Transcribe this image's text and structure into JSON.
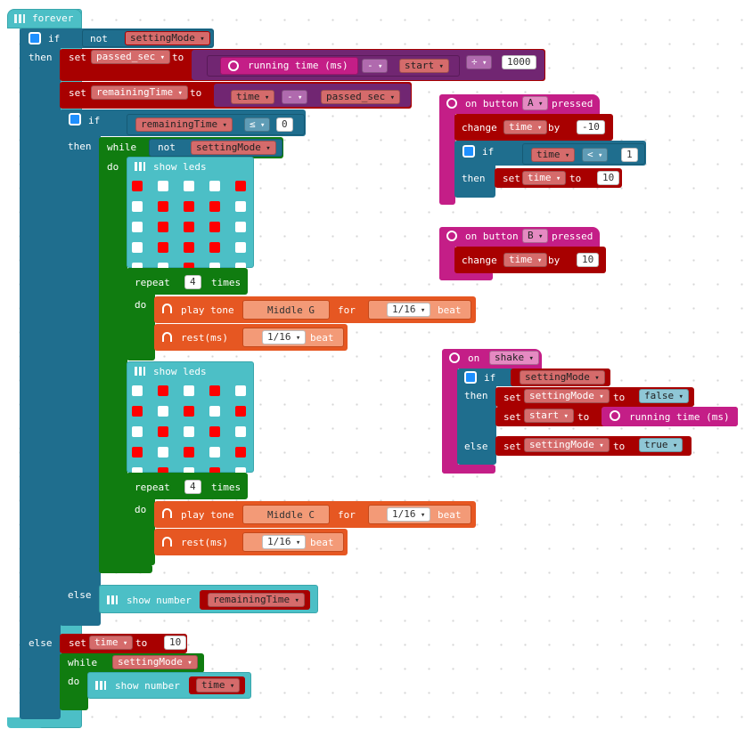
{
  "colors": {
    "basic": "#1e90ff",
    "logic": "#1f6e8e",
    "teal": "#4cbfc6",
    "variables": "#a80000",
    "math": "#712672",
    "loops": "#107c10",
    "music": "#e65722",
    "input": "#c41e87",
    "led_on": "#ff0000",
    "led_off": "#ffffff"
  },
  "forever": {
    "label": "forever",
    "if1_kw": "if",
    "if1_not": "not",
    "if1_var": "settingMode",
    "then_kw": "then",
    "else_kw": "else",
    "set1": {
      "set_kw": "set",
      "var": "passed_sec",
      "to_kw": "to",
      "running_time": "running time (ms)",
      "minus": "-",
      "start": "start",
      "div": "÷",
      "divisor": "1000"
    },
    "set2": {
      "set_kw": "set",
      "var": "remainingTime",
      "to_kw": "to",
      "time": "time",
      "minus": "-",
      "passed_sec": "passed_sec"
    },
    "if2": {
      "if_kw": "if",
      "var": "remainingTime",
      "op": "≤",
      "value": "0",
      "then_kw": "then",
      "else_kw": "else"
    },
    "while1": {
      "while_kw": "while",
      "not": "not",
      "var": "settingMode",
      "do_kw": "do"
    },
    "show_leds_1": {
      "label": "show leds",
      "leds": [
        [
          1,
          0,
          0,
          0,
          1
        ],
        [
          0,
          1,
          1,
          1,
          0
        ],
        [
          0,
          1,
          1,
          1,
          0
        ],
        [
          0,
          1,
          1,
          1,
          0
        ],
        [
          0,
          0,
          1,
          0,
          0
        ]
      ]
    },
    "repeat1": {
      "repeat_kw": "repeat",
      "times": "4",
      "times_kw": "times",
      "do_kw": "do",
      "play_tone": "play tone",
      "note": "Middle G",
      "for_kw": "for",
      "beat": "1/16",
      "beat_kw": "beat",
      "rest": "rest(ms)",
      "rest_beat": "1/16"
    },
    "show_leds_2": {
      "label": "show leds",
      "leds": [
        [
          0,
          1,
          0,
          1,
          0
        ],
        [
          1,
          0,
          1,
          0,
          1
        ],
        [
          0,
          1,
          0,
          1,
          0
        ],
        [
          1,
          0,
          1,
          0,
          1
        ],
        [
          0,
          1,
          0,
          1,
          0
        ]
      ]
    },
    "repeat2": {
      "repeat_kw": "repeat",
      "times": "4",
      "times_kw": "times",
      "do_kw": "do",
      "play_tone": "play tone",
      "note": "Middle C",
      "for_kw": "for",
      "beat": "1/16",
      "beat_kw": "beat",
      "rest": "rest(ms)",
      "rest_beat": "1/16"
    },
    "show_number_1": {
      "label": "show number",
      "var": "remainingTime"
    },
    "else_set": {
      "set_kw": "set",
      "var": "time",
      "to_kw": "to",
      "value": "10"
    },
    "while2": {
      "while_kw": "while",
      "var": "settingMode",
      "do_kw": "do"
    },
    "show_number_2": {
      "label": "show number",
      "var": "time"
    }
  },
  "button_a": {
    "on_kw": "on button",
    "button": "A",
    "pressed_kw": "pressed",
    "change_kw": "change",
    "var": "time",
    "by_kw": "by",
    "value": "-10",
    "if_kw": "if",
    "cmp_var": "time",
    "op": "<",
    "cmp_value": "1",
    "then_kw": "then",
    "set_kw": "set",
    "set_var": "time",
    "to_kw": "to",
    "set_value": "10"
  },
  "button_b": {
    "on_kw": "on button",
    "button": "B",
    "pressed_kw": "pressed",
    "change_kw": "change",
    "var": "time",
    "by_kw": "by",
    "value": "10"
  },
  "shake": {
    "on_kw": "on",
    "gesture": "shake",
    "if_kw": "if",
    "var": "settingMode",
    "then_kw": "then",
    "set1_kw": "set",
    "set1_var": "settingMode",
    "to_kw": "to",
    "set1_value": "false",
    "set2_kw": "set",
    "set2_var": "start",
    "set2_value": "running time (ms)",
    "else_kw": "else",
    "set3_kw": "set",
    "set3_var": "settingMode",
    "set3_value": "true"
  }
}
